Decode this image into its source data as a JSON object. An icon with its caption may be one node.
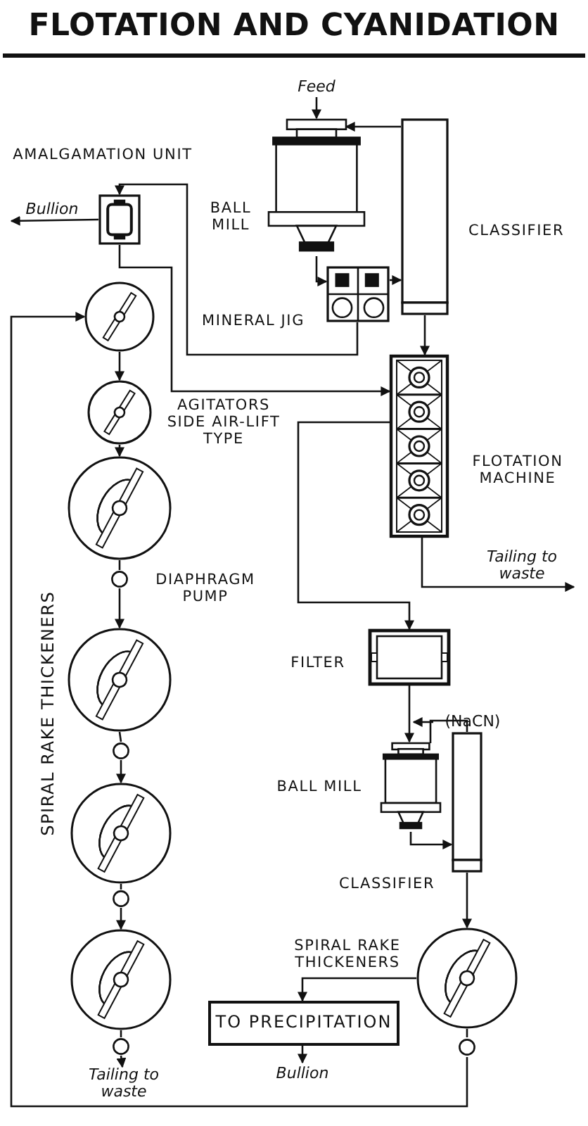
{
  "diagram": {
    "title": "FLOTATION AND CYANIDATION",
    "nodes": [
      {
        "text": [
          "Feed"
        ]
      },
      {
        "text": [],
        "shape": "picture",
        "beside": [
          "BALL MILL"
        ]
      },
      {
        "text": [],
        "shape": "box",
        "beside": [
          "CLASSIFIER"
        ]
      },
      {
        "text": [],
        "shape": "picture",
        "beside": [
          "MINERAL JIG"
        ]
      },
      {
        "text": [],
        "shape": "picture",
        "beside": [
          "AMALGAMATION UNIT"
        ]
      },
      {
        "text": [
          "Bullion"
        ]
      },
      {
        "text": [],
        "shape": "picture",
        "beside": [
          "FLOTATION MACHINE"
        ]
      },
      {
        "text": [
          "Tailing to waste"
        ]
      },
      {
        "text": [],
        "shape": "picture",
        "beside": [
          "FILTER"
        ]
      },
      {
        "text": [
          "(NaCN)"
        ]
      },
      {
        "text": [],
        "shape": "picture",
        "beside": [
          "BALL MILL"
        ]
      },
      {
        "text": [],
        "shape": "box",
        "beside": [
          "CLASSIFIER"
        ]
      },
      {
        "text": [],
        "shape": "picture",
        "beside": [
          "SPIRAL RAKE THICKENERS"
        ]
      },
      {
        "text": [],
        "shape": "circle"
      },
      {
        "text": [
          "TO PRECIPITATION"
        ]
      },
      {
        "text": [
          "Bullion"
        ]
      },
      {
        "text": [],
        "shape": "picture"
      },
      {
        "text": [],
        "shape": "picture"
      },
      {
        "text": [],
        "shape": "picture"
      },
      {
        "text": [],
        "shape": "circle"
      },
      {
        "text": [],
        "shape": "picture"
      },
      {
        "text": [],
        "shape": "circle"
      },
      {
        "text": [],
        "shape": "picture"
      },
      {
        "text": [],
        "shape": "circle"
      },
      {
        "text": [],
        "shape": "picture"
      },
      {
        "text": [],
        "shape": "circle"
      },
      {
        "text": [
          "Tailing to waste"
        ]
      }
    ],
    "edges": [
      {
        "from": 0,
        "to": 1,
        "arrow": "to"
      },
      {
        "from": 2,
        "to": 1,
        "arrow": "to"
      },
      {
        "from": 1,
        "to": 3,
        "arrow": "to"
      },
      {
        "from": 3,
        "to": 2,
        "arrow": "to"
      },
      {
        "from": 3,
        "to": 4,
        "arrow": "to"
      },
      {
        "from": 4,
        "to": 5,
        "arrow": "to"
      },
      {
        "from": 4,
        "to": 6,
        "arrow": "to"
      },
      {
        "from": 2,
        "to": 6,
        "arrow": "to"
      },
      {
        "from": 6,
        "to": 8,
        "arrow": "to"
      },
      {
        "from": 6,
        "to": 7,
        "arrow": "to"
      },
      {
        "from": 8,
        "to": 10,
        "arrow": "to"
      },
      {
        "from": 9,
        "to": null,
        "arrow": "to"
      },
      {
        "from": 10,
        "to": 11,
        "arrow": "to"
      },
      {
        "from": 11,
        "to": 10,
        "arrow": "none"
      },
      {
        "from": 11,
        "to": 12,
        "arrow": "to"
      },
      {
        "from": 12,
        "to": 14,
        "arrow": "to"
      },
      {
        "from": 14,
        "to": 15,
        "arrow": "to"
      },
      {
        "from": 12,
        "to": 13,
        "arrow": "none"
      },
      {
        "from": 13,
        "to": 16,
        "arrow": "to"
      },
      {
        "from": 16,
        "to": 17,
        "arrow": "to"
      },
      {
        "from": 17,
        "to": 18,
        "arrow": "to"
      },
      {
        "from": 18,
        "to": 19,
        "arrow": "none"
      },
      {
        "from": 19,
        "to": 20,
        "arrow": "to"
      },
      {
        "from": 20,
        "to": 21,
        "arrow": "none"
      },
      {
        "from": 21,
        "to": 22,
        "arrow": "to"
      },
      {
        "from": 22,
        "to": 23,
        "arrow": "none"
      },
      {
        "from": 23,
        "to": 24,
        "arrow": "to"
      },
      {
        "from": 24,
        "to": 25,
        "arrow": "none"
      },
      {
        "from": 25,
        "to": 26,
        "arrow": "to"
      }
    ],
    "labels": [
      "AGITATORS SIDE AIR-LIFT TYPE",
      "DIAPHRAGM PUMP",
      "SPIRAL RAKE THICKENERS"
    ]
  }
}
